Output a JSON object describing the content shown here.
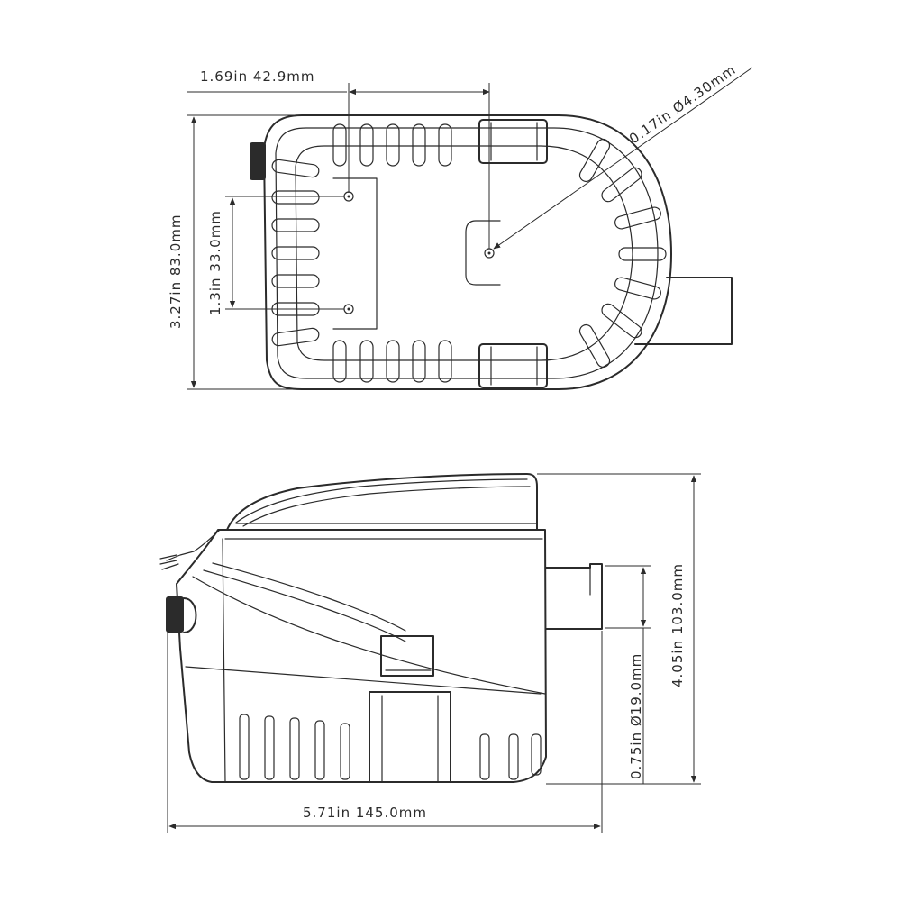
{
  "dimensions": {
    "top_width": "1.69in  42.9mm",
    "hole_diameter": "0.17in  Ø4.30mm",
    "top_height": "3.27in  83.0mm",
    "mount_spacing": "1.3in  33.0mm",
    "total_height": "4.05in  103.0mm",
    "outlet_diameter": "0.75in  Ø19.0mm",
    "total_length": "5.71in  145.0mm"
  }
}
